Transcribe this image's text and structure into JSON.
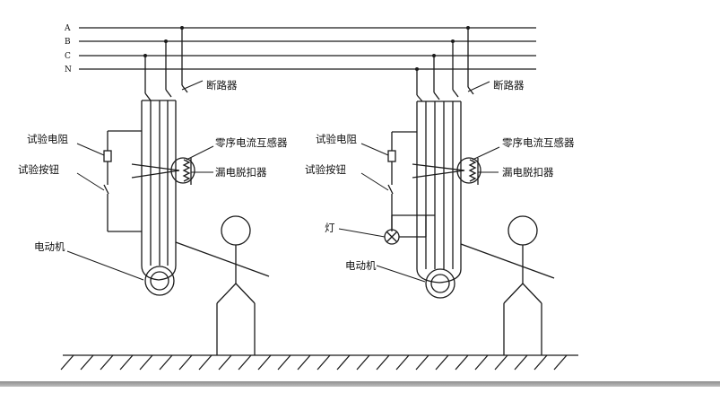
{
  "bus_labels": [
    "A",
    "B",
    "C",
    "N"
  ],
  "left": {
    "breaker": "断路器",
    "test_resistor": "试验电阻",
    "test_button": "试验按钮",
    "zero_seq_ct": "零序电流互感器",
    "leakage_trip": "漏电脱扣器",
    "motor": "电动机"
  },
  "right": {
    "breaker": "断路器",
    "test_resistor": "试验电阻",
    "test_button": "试验按钮",
    "zero_seq_ct": "零序电流互感器",
    "leakage_trip": "漏电脱扣器",
    "lamp": "灯",
    "motor": "电动机"
  }
}
